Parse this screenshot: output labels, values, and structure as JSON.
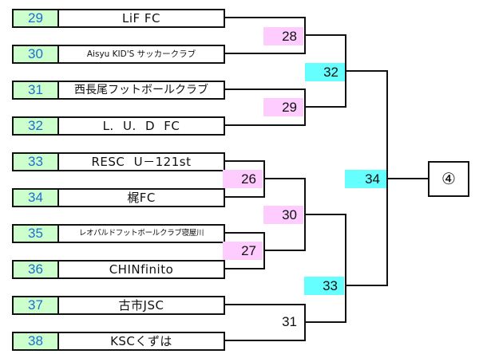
{
  "teams": [
    {
      "seed": "29",
      "name": "LiF FC"
    },
    {
      "seed": "30",
      "name": "Aisyu KID'S サッカークラブ"
    },
    {
      "seed": "31",
      "name": "西長尾フットボールクラブ"
    },
    {
      "seed": "32",
      "name": "L. U. D FC"
    },
    {
      "seed": "33",
      "name": "RESC U－121st"
    },
    {
      "seed": "34",
      "name": "梶FC"
    },
    {
      "seed": "35",
      "name": "レオパルドフットボールクラブ寝屋川"
    },
    {
      "seed": "36",
      "name": "CHINfinito"
    },
    {
      "seed": "37",
      "name": "古市JSC"
    },
    {
      "seed": "38",
      "name": "KSCくずは"
    }
  ],
  "matches": {
    "m26": "26",
    "m27": "27",
    "m28": "28",
    "m29": "29",
    "m30": "30",
    "m31": "31",
    "m32": "32",
    "m33": "33",
    "m34": "34"
  },
  "final_slot": "④",
  "colors": {
    "seed_bg": "#ccffcc",
    "seed_text": "#1e6fd0",
    "round1_label_bg": "#ffccff",
    "round2_label_bg": "#66ffff",
    "line": "#111111"
  }
}
